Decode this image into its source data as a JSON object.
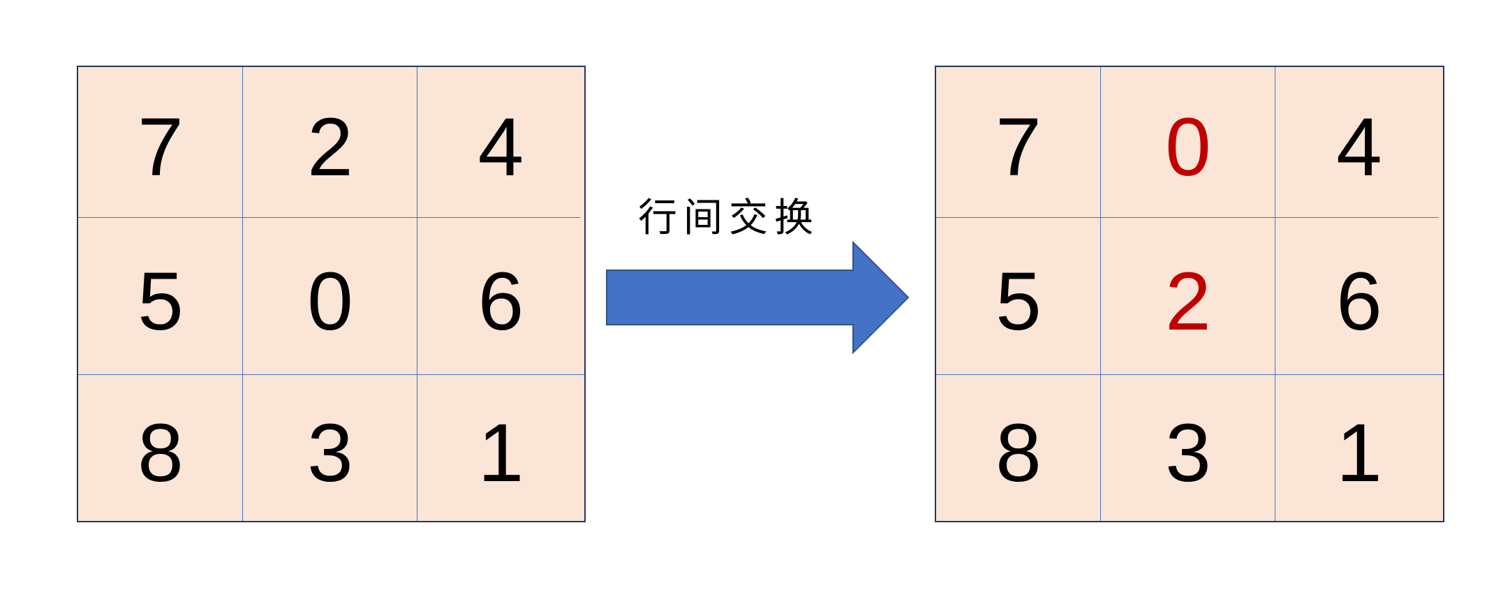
{
  "diagram": {
    "operation_label": "行间交换",
    "before": {
      "rows": [
        [
          "7",
          "2",
          "4"
        ],
        [
          "5",
          "0",
          "6"
        ],
        [
          "8",
          "3",
          "1"
        ]
      ]
    },
    "after": {
      "rows": [
        [
          "7",
          "0",
          "4"
        ],
        [
          "5",
          "2",
          "6"
        ],
        [
          "8",
          "3",
          "1"
        ]
      ],
      "highlighted_cells": [
        [
          0,
          1
        ],
        [
          1,
          1
        ]
      ]
    },
    "colors": {
      "cell_fill": "#fbe5d6",
      "outer_border": "#1f3864",
      "inner_lines": "#4472c4",
      "arrow_fill": "#4472c4",
      "arrow_stroke": "#2f528f",
      "digit": "#000000",
      "highlight_digit": "#c00000"
    },
    "icons": {
      "arrow": "right-arrow-icon"
    }
  }
}
